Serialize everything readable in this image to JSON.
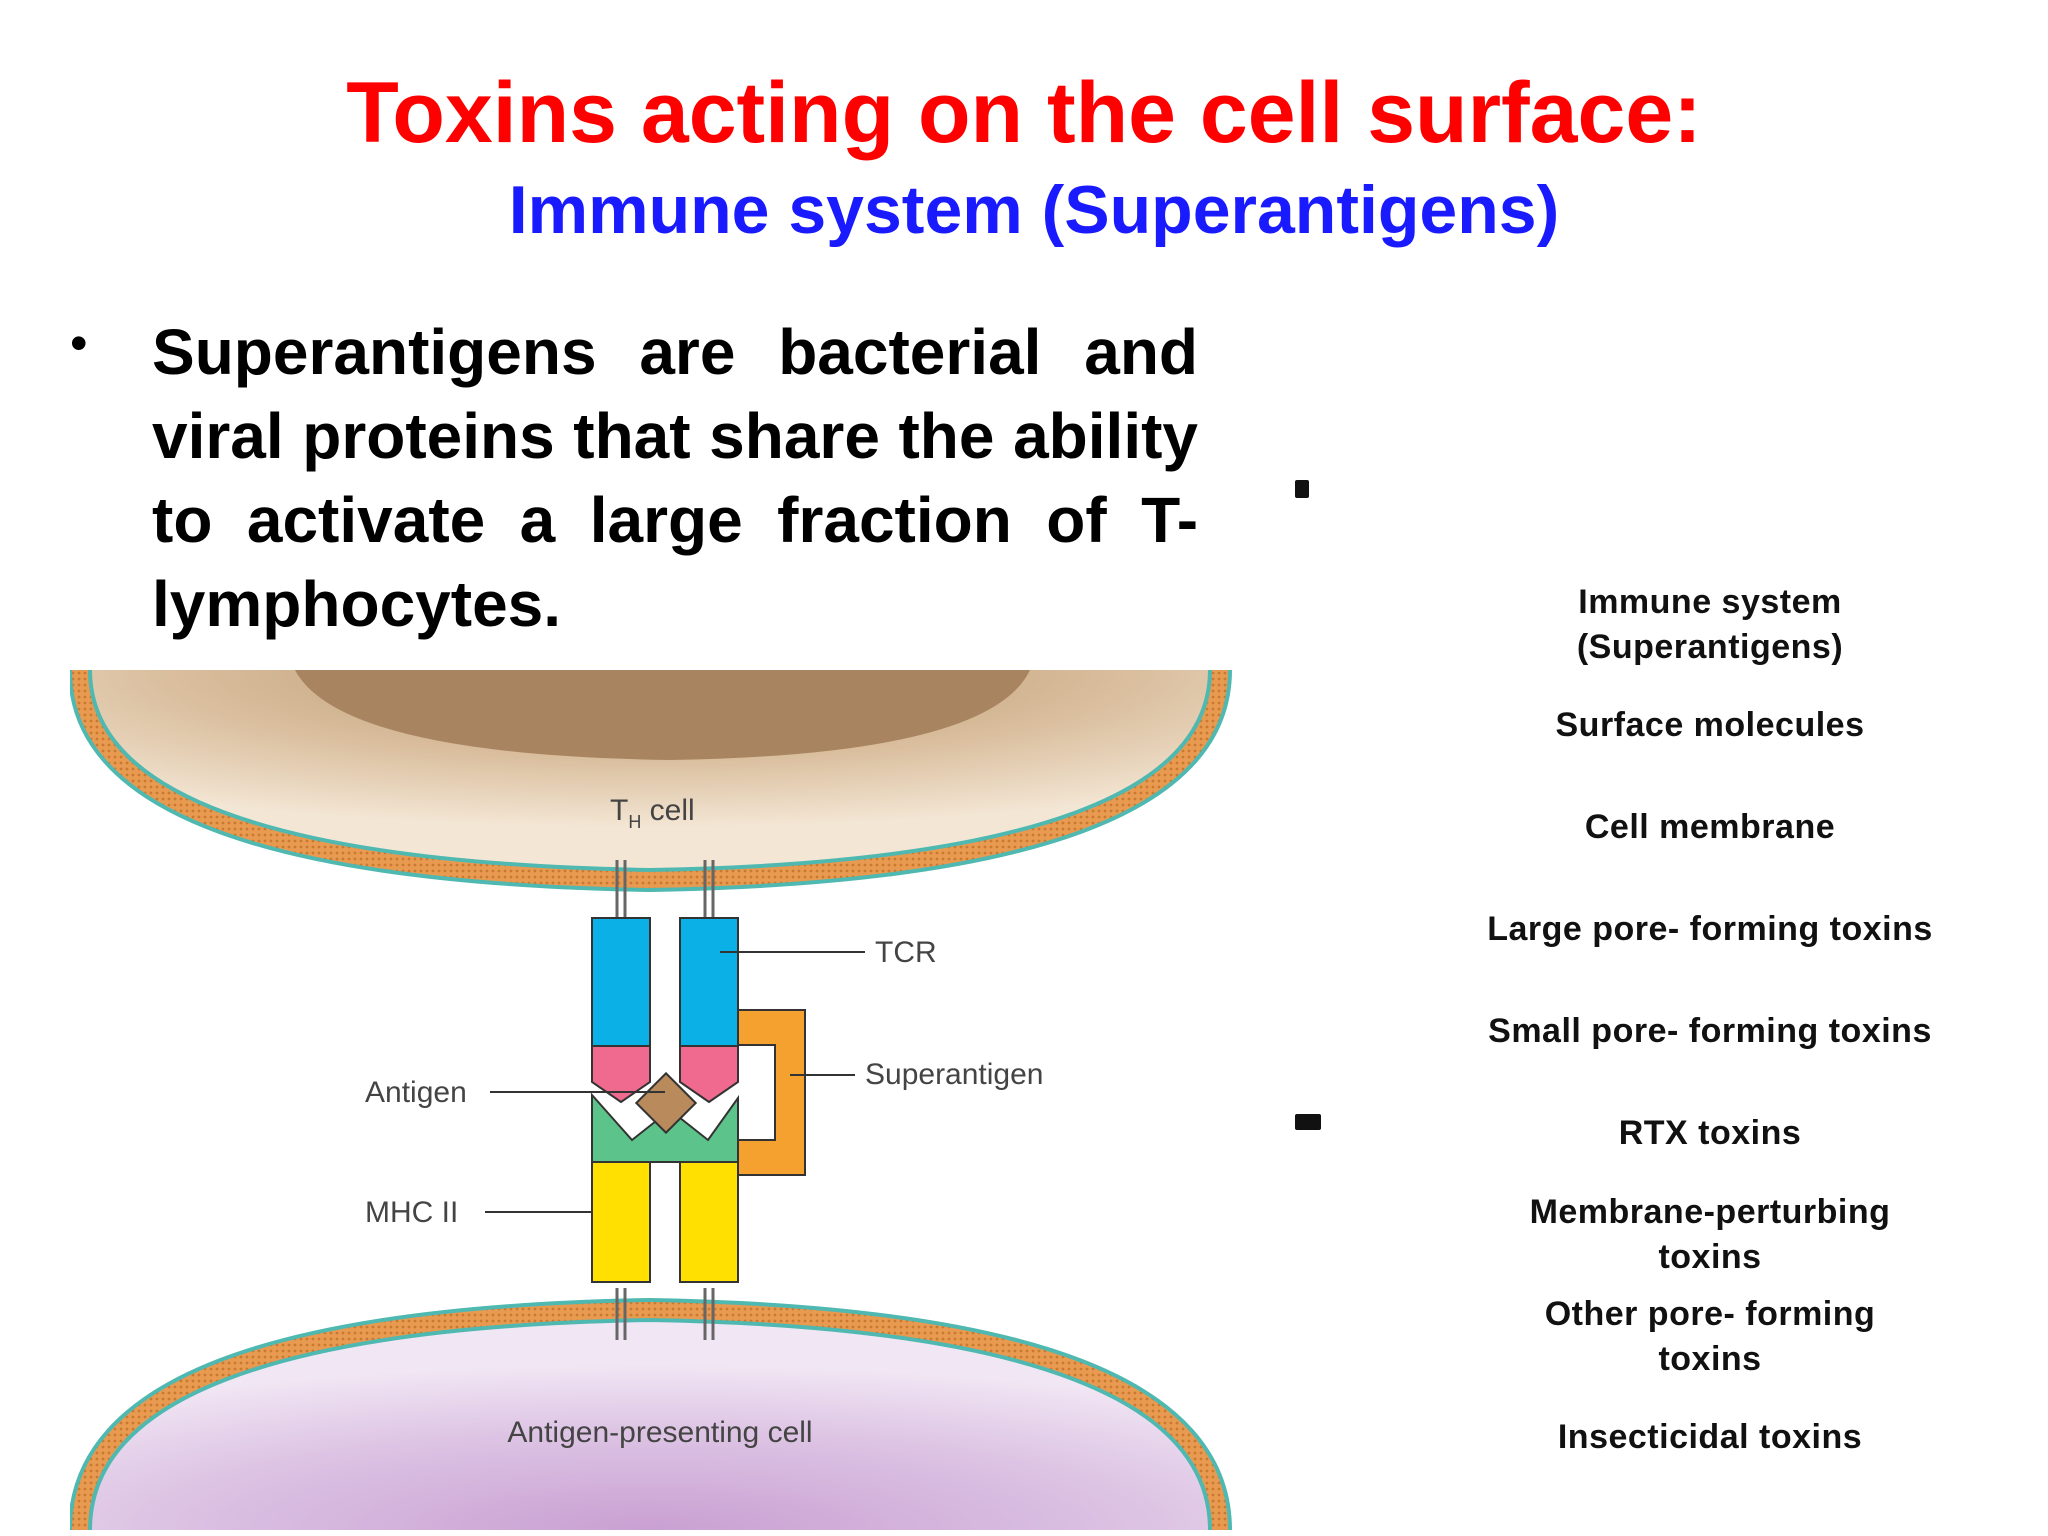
{
  "title": "Toxins acting on the cell surface:",
  "subtitle": "Immune system (Superantigens)",
  "bullet": {
    "text": "Superantigens are bacterial and viral proteins that share the ability to activate a large fraction of T-lymphocytes."
  },
  "diagram": {
    "th_cell_label": "T",
    "th_cell_sub": "H",
    "th_cell_suffix": " cell",
    "apc_label": "Antigen-presenting cell",
    "tcr_label": "TCR",
    "superantigen_label": "Superantigen",
    "antigen_label": "Antigen",
    "mhc_label": "MHC II",
    "colors": {
      "tcr": "#0ab0e6",
      "tcr_tip": "#f06a8f",
      "mhc_top": "#5cc48a",
      "mhc": "#ffe000",
      "superantigen": "#f5a12f",
      "antigen": "#b88a5c",
      "membrane": "#e8a05a",
      "membrane_edge": "#4fb8b0"
    }
  },
  "toxin_list": [
    "Immune system\n(Superantigens)",
    "Surface molecules",
    "Cell membrane",
    "Large pore- forming toxins",
    "Small pore- forming toxins",
    "RTX toxins",
    "Membrane-perturbing\ntoxins",
    "Other pore- forming\ntoxins",
    "Insecticidal toxins"
  ]
}
